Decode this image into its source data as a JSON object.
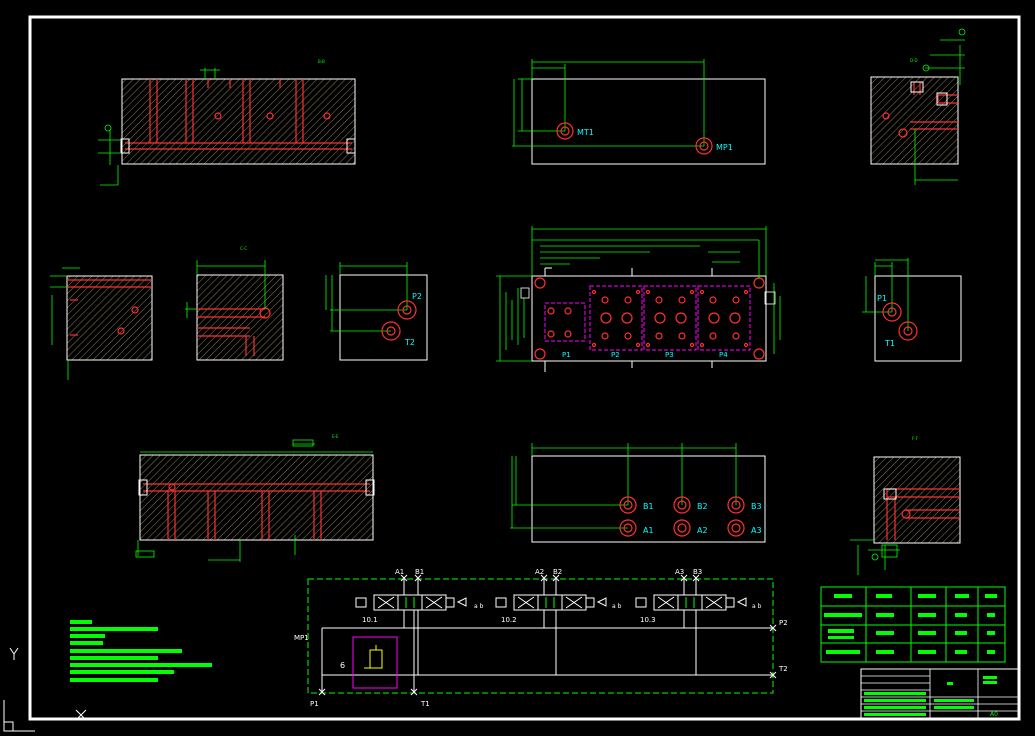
{
  "colors": {
    "background": "#000000",
    "frame": "#ffffff",
    "part": "#ffffff",
    "dimension": "#00ff00",
    "hatch": "#8a7f5a",
    "bore": "#ff3030",
    "label": "#00ffff",
    "magenta": "#ff00ff",
    "yellow": "#ffff00"
  },
  "ports": {
    "mt1": "MT1",
    "mp1": "MP1",
    "p2": "P2",
    "t2": "T2",
    "p1": "P1",
    "t1": "T1",
    "f1": "P1",
    "f2": "P2",
    "f3": "P3",
    "f4": "P4",
    "b1": "B1",
    "b2": "B2",
    "b3": "B3",
    "a1": "A1",
    "a2": "A2",
    "a3": "A3"
  },
  "schematic": {
    "valve_labels": [
      "A1",
      "B1",
      "A2",
      "B2",
      "A3",
      "B3"
    ],
    "valve_numbers": [
      "10.1",
      "10.2",
      "10.3"
    ],
    "relief_number": "6",
    "left_supply": "MP1",
    "bottom_p": "P1",
    "bottom_t": "T1",
    "right_p": "P2",
    "right_t": "T2",
    "solenoid_ab": "a b"
  },
  "title_block": {
    "sheet": "A0"
  }
}
